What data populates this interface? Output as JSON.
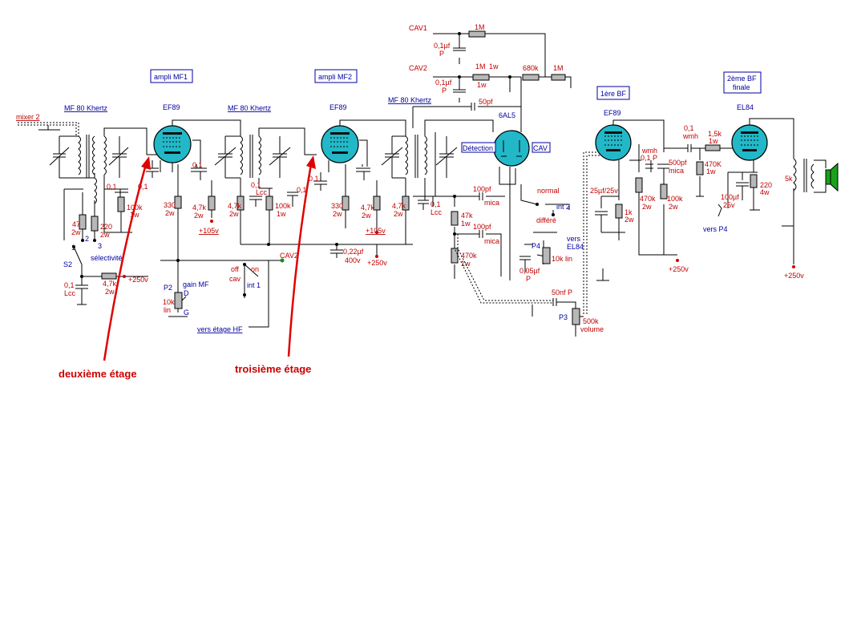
{
  "labels": {
    "mixer": "mixer 2",
    "mf80_1": "MF 80 Khertz",
    "mf80_2": "MF 80 Khertz",
    "mf80_3": "MF 80 Khertz",
    "ampli_mf1": "ampli MF1",
    "ampli_mf2": "ampli MF2",
    "bf1": "1ère BF",
    "bf2_line1": "2ème BF",
    "bf2_line2": "finale",
    "ef89_1": "EF89",
    "ef89_2": "EF89",
    "ef89_3": "EF89",
    "el84": "EL84",
    "sixal5": "6AL5",
    "detection": "Détection",
    "cav": "CAV",
    "cav1": "CAV1",
    "cav2_top": "CAV2",
    "cav2_mid": "CAV2",
    "off": "off",
    "on": "on",
    "cav_sw": "cav",
    "int1": "int 1",
    "int2": "int 2",
    "normal": "normal",
    "differe": "différé",
    "selectivite": "sélectivité",
    "s2": "S2",
    "sw1": "1",
    "sw2": "2",
    "sw3": "3",
    "p2": "P2",
    "gain_mf": "gain MF",
    "p2_d": "D",
    "p2_g": "G",
    "p2_val_1": "10k",
    "p2_val_2": "lin",
    "vers_hf": "vers étage HF",
    "p3": "P3",
    "p3_val_1": "500k",
    "p3_val_2": "volume",
    "p4": "P4",
    "p4_val": "10k lin",
    "vers_el84_1": "vers",
    "vers_el84_2": "EL84",
    "vers_p4": "vers P4",
    "deuxieme": "deuxième étage",
    "troisieme": "troisième étage"
  },
  "components": {
    "r_1m_top": "1M",
    "c_01_top_1": "0,1µf",
    "c_01_top_2": "P",
    "r_1m_1w_1": "1M",
    "r_1m_1w_2": "1w",
    "r_1m_1w_3": "1w",
    "r_680k": "680k",
    "r_1m_right": "1M",
    "c_01_mid_1": "0,1µf",
    "c_01_mid_2": "P",
    "c_50pf": "50pf",
    "c_01_a": "0,1",
    "c_01_b": "0,1",
    "c_01_c": "0,1",
    "c_01_d": "0,1",
    "c_01_lcc_top_1": "0,1",
    "c_01_lcc_top_2": "Lcc",
    "c_01_e": "0,1",
    "r_47_1": "47",
    "r_47_2": "2w",
    "r_220_1": "220",
    "r_220_2": "2w",
    "r_100k_1a": "100k",
    "r_100k_1b": "1w",
    "r_330_1a": "330",
    "r_330_1b": "2w",
    "r_47k_1a": "4,7k",
    "r_47k_1b": "2w",
    "v105_1": "+105v",
    "r_47k_2a": "4,7k",
    "r_47k_2b": "2w",
    "r_100k_2a": "100k",
    "r_100k_2b": "1w",
    "r_330_2a": "330",
    "r_330_2b": "2w",
    "r_47k_3a": "4,7k",
    "r_47k_3b": "2w",
    "v105_2": "+105v",
    "r_47k_4a": "4,7k",
    "r_47k_4b": "2w",
    "c_01_lcc_1": "0,1",
    "c_01_lcc_2": "Lcc",
    "c_022_1": "0,22µf",
    "c_022_2": "400v",
    "v250_1": "+250v",
    "c_01_lcc_bot_1": "0,1",
    "c_01_lcc_bot_2": "Lcc",
    "r_47k_bot_1": "4,7k",
    "r_47k_bot_2": "2w",
    "v250_2": "+250v",
    "c_100pf_1a": "100pf",
    "c_100pf_1b": "mica",
    "c_100pf_2a": "100pf",
    "c_100pf_2b": "mica",
    "r_47k_det_1": "47k",
    "r_47k_det_2": "1w",
    "r_470k_det_1": "470k",
    "r_470k_det_2": "1w",
    "c_005_1": "0,05µf",
    "c_005_2": "P",
    "c_50nf": "50nf P",
    "c_25uf": "25µf/25v",
    "r_1k_1": "1k",
    "r_1k_2": "2w",
    "c_01_wmh_1": "wmh",
    "c_01_wmh_2": "0,1 P",
    "r_470k_bf_1": "470k",
    "r_470k_bf_2": "2w",
    "c_500pf_1": "500pf",
    "c_500pf_2": "mica",
    "r_100k_bf_1": "100k",
    "r_100k_bf_2": "2w",
    "v250_3": "+250v",
    "c_01_wmh2_1": "0,1",
    "c_01_wmh2_2": "wmh",
    "r_15k_1": "1,5k",
    "r_15k_2": "1w",
    "r_470k_el_1": "470K",
    "r_470k_el_2": "1w",
    "c_100uf_1": "100µf",
    "c_100uf_2": "25v",
    "r_220_el_1": "220",
    "r_220_el_2": "4w",
    "t_5k": "5k",
    "v250_4": "+250v"
  },
  "colors": {
    "tube": "#22b8c8",
    "wire": "#000000",
    "resistor": "#b8b8b8",
    "value_text": "#c00000",
    "label_text": "#0000a0",
    "annotation_arrow": "#e00000",
    "node_dot_green": "#1a8a1a",
    "speaker": "#1aa01a"
  }
}
